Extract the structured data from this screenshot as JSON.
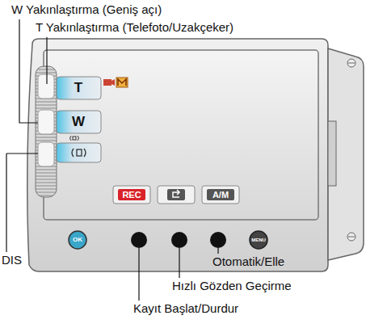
{
  "diagram": {
    "labels": [
      "W Yakınlaştırma (Geniş açı)",
      "T Yakınlaştırma (Telefoto/Uzakçeker)",
      "T",
      "W",
      "REC",
      "A/M",
      "OK",
      "MENU",
      "DIS",
      "Otomatik/Elle",
      "Hızlı Gözden Geçirme",
      "Kayıt Başlat/Durdur"
    ]
  }
}
